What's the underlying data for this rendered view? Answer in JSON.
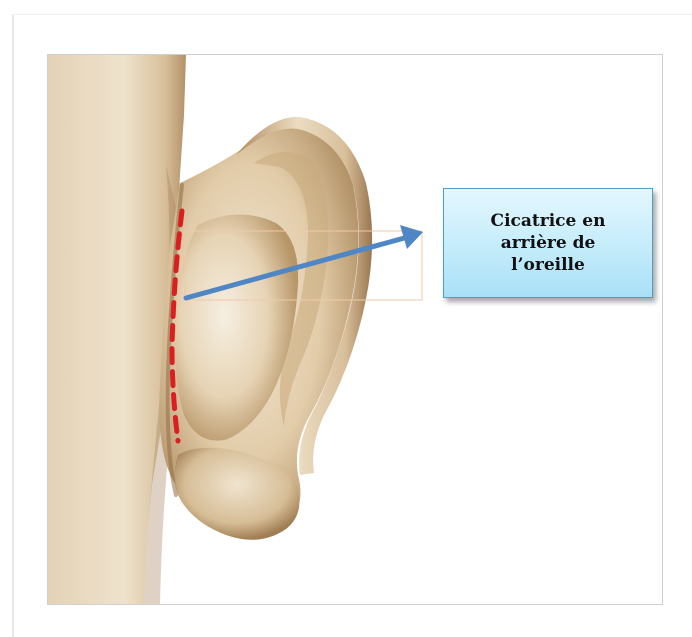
{
  "callout": {
    "lines": [
      "Cicatrice en",
      "arrière de",
      "l’oreille"
    ]
  },
  "colors": {
    "incision": "#d91f1f",
    "arrow": "#4f86c6",
    "callout_border": "#4a9ec7",
    "skin_base": "#e9d8bd",
    "skin_shadow": "#9c7a55",
    "highlight_box": "#f0c9a8"
  }
}
